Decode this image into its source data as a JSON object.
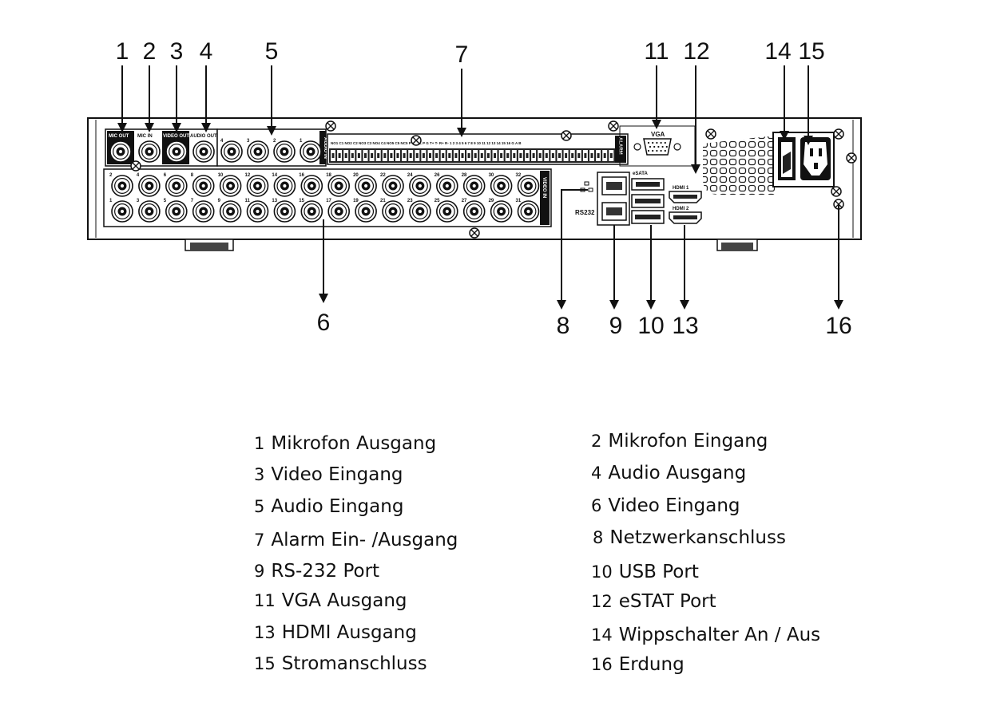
{
  "callouts": [
    "1",
    "2",
    "3",
    "4",
    "5",
    "7",
    "11",
    "12",
    "14",
    "15",
    "6",
    "8",
    "9",
    "10",
    "13",
    "16"
  ],
  "panel": {
    "vga_label": "VGA",
    "esata_label": "eSATA",
    "rs232_label": "RS232",
    "hdmi1_label": "HDMI 1",
    "hdmi2_label": "HDMI 2",
    "video_in_label": "VIDEO IN",
    "audio_in_label": "AUDIO IN",
    "alarm_label": "ALARM",
    "mic_out_label": "MIC OUT",
    "mic_in_label": "MIC IN",
    "video_out_label": "VIDEO OUT",
    "audio_out_label": "AUDIO OUT",
    "alarm_terminal_labels": "NO1 C1 NO2 C2 NO3 C3 NO4 C4 NO5 C5  NC5 P CTRL P G T+ T- R+ R-  1 2 3 4 5 6 7 8 9 10 11 12 13 14 15 16 G A B",
    "top_row_numbers": [
      "2",
      "4",
      "6",
      "8",
      "10",
      "12",
      "14",
      "16",
      "18",
      "20",
      "22",
      "24",
      "26",
      "28",
      "30",
      "32"
    ],
    "bottom_row_numbers": [
      "1",
      "3",
      "5",
      "7",
      "9",
      "11",
      "13",
      "15",
      "17",
      "19",
      "21",
      "23",
      "25",
      "27",
      "29",
      "31"
    ],
    "audio_in_numbers": [
      "4",
      "3",
      "2",
      "1"
    ]
  },
  "legend": [
    {
      "num": "1",
      "label": "Mikrofon Ausgang"
    },
    {
      "num": "2",
      "label": "Mikrofon Eingang"
    },
    {
      "num": "3",
      "label": "Video Eingang"
    },
    {
      "num": "4",
      "label": "Audio Ausgang"
    },
    {
      "num": "5",
      "label": "Audio Eingang"
    },
    {
      "num": "6",
      "label": "Video Eingang"
    },
    {
      "num": "7",
      "label": "Alarm Ein- /Ausgang"
    },
    {
      "num": "8",
      "label": "Netzwerkanschluss"
    },
    {
      "num": "9",
      "label": "RS-232 Port"
    },
    {
      "num": "10",
      "label": "USB Port"
    },
    {
      "num": "11",
      "label": "VGA Ausgang"
    },
    {
      "num": "12",
      "label": "eSTAT Port"
    },
    {
      "num": "13",
      "label": "HDMI Ausgang"
    },
    {
      "num": "14",
      "label": "Wippschalter An / Aus"
    },
    {
      "num": "15",
      "label": "Stromanschluss"
    },
    {
      "num": "16",
      "label": "Erdung"
    }
  ]
}
